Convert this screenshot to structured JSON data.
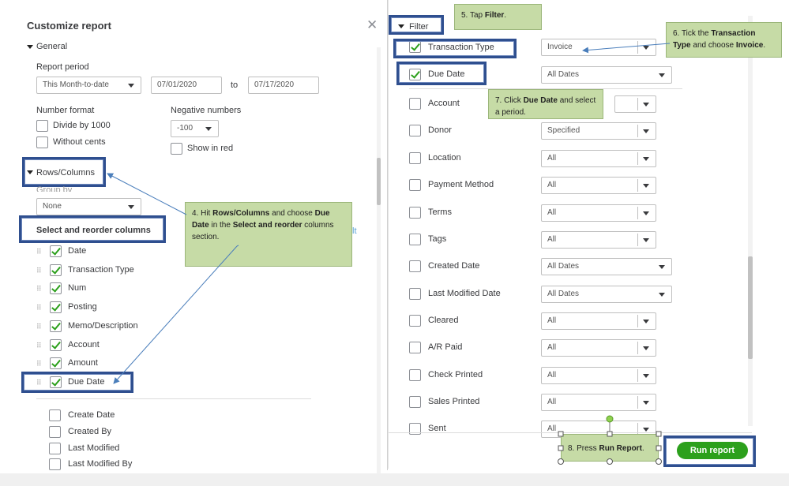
{
  "left": {
    "title": "Customize report",
    "general_label": "General",
    "report_period_label": "Report period",
    "report_period_value": "This Month-to-date",
    "date_from": "07/01/2020",
    "date_to_label": "to",
    "date_to": "07/17/2020",
    "number_format_label": "Number format",
    "divide_by_1000": "Divide by 1000",
    "without_cents": "Without cents",
    "negative_numbers_label": "Negative numbers",
    "negative_value": "-100",
    "show_in_red": "Show in red",
    "rows_columns_label": "Rows/Columns",
    "group_by_label": "Group by",
    "group_by_value": "None",
    "select_reorder_label": "Select and reorder columns",
    "link_partial": "lt",
    "checked_columns": [
      "Date",
      "Transaction Type",
      "Num",
      "Posting",
      "Memo/Description",
      "Account",
      "Amount",
      "Due Date"
    ],
    "unchecked_columns": [
      "Create Date",
      "Created By",
      "Last Modified",
      "Last Modified By"
    ]
  },
  "right": {
    "filter_label": "Filter",
    "rows": [
      {
        "label": "Transaction Type",
        "value": "Invoice",
        "checked": true
      },
      {
        "label": "Due Date",
        "value": "All Dates",
        "checked": true
      },
      {
        "label": "Account",
        "value": "",
        "checked": false
      },
      {
        "label": "Donor",
        "value": "Specified",
        "checked": false
      },
      {
        "label": "Location",
        "value": "All",
        "checked": false
      },
      {
        "label": "Payment Method",
        "value": "All",
        "checked": false
      },
      {
        "label": "Terms",
        "value": "All",
        "checked": false
      },
      {
        "label": "Tags",
        "value": "All",
        "checked": false
      },
      {
        "label": "Created Date",
        "value": "All Dates",
        "checked": false
      },
      {
        "label": "Last Modified Date",
        "value": "All Dates",
        "checked": false
      },
      {
        "label": "Cleared",
        "value": "All",
        "checked": false
      },
      {
        "label": "A/R Paid",
        "value": "All",
        "checked": false
      },
      {
        "label": "Check Printed",
        "value": "All",
        "checked": false
      },
      {
        "label": "Sales Printed",
        "value": "All",
        "checked": false
      },
      {
        "label": "Sent",
        "value": "All",
        "checked": false
      }
    ],
    "run_report": "Run report"
  },
  "callouts": {
    "c4_a": "4. Hit ",
    "c4_b": "Rows/Columns",
    "c4_c": " and choose ",
    "c4_d": "Due Date",
    "c4_e": " in the ",
    "c4_f": "Select and reorder",
    "c4_g": " columns section.",
    "c5_a": "5. Tap ",
    "c5_b": "Filter",
    "c5_c": ".",
    "c6_a": "6. Tick the ",
    "c6_b": "Transaction Type",
    "c6_c": " and choose ",
    "c6_d": "Invoice",
    "c6_e": ".",
    "c7_a": "7. Click ",
    "c7_b": "Due Date",
    "c7_c": " and select a period.",
    "c8_a": "8. Press ",
    "c8_b": "Run Report",
    "c8_c": "."
  },
  "colors": {
    "accent_green": "#2ca01c",
    "highlight_blue": "#2f4f8f",
    "callout_bg": "#c6dba6"
  }
}
